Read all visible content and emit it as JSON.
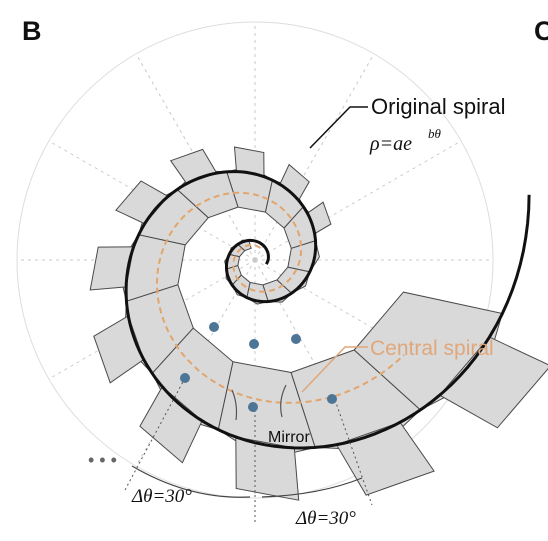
{
  "figure": {
    "panel_label": "B",
    "next_panel_label": "C"
  },
  "annotations": {
    "original_spiral": "Original spiral",
    "equation": "ρ=ae",
    "equation_exponent": "bθ",
    "central_spiral": "Central spiral",
    "mirror": "Mirror",
    "ellipsis": "• • •",
    "delta_left": "Δθ=30°",
    "delta_right": "Δθ=30°"
  },
  "colors": {
    "spiral": "#111111",
    "central_spiral": "#e2a56b",
    "panel_fill": "#d9d9d9",
    "panel_stroke": "#4a4a4a",
    "node": "#4d7596",
    "guide": "#c8c8c8",
    "label_orange": "#e0a77a"
  }
}
